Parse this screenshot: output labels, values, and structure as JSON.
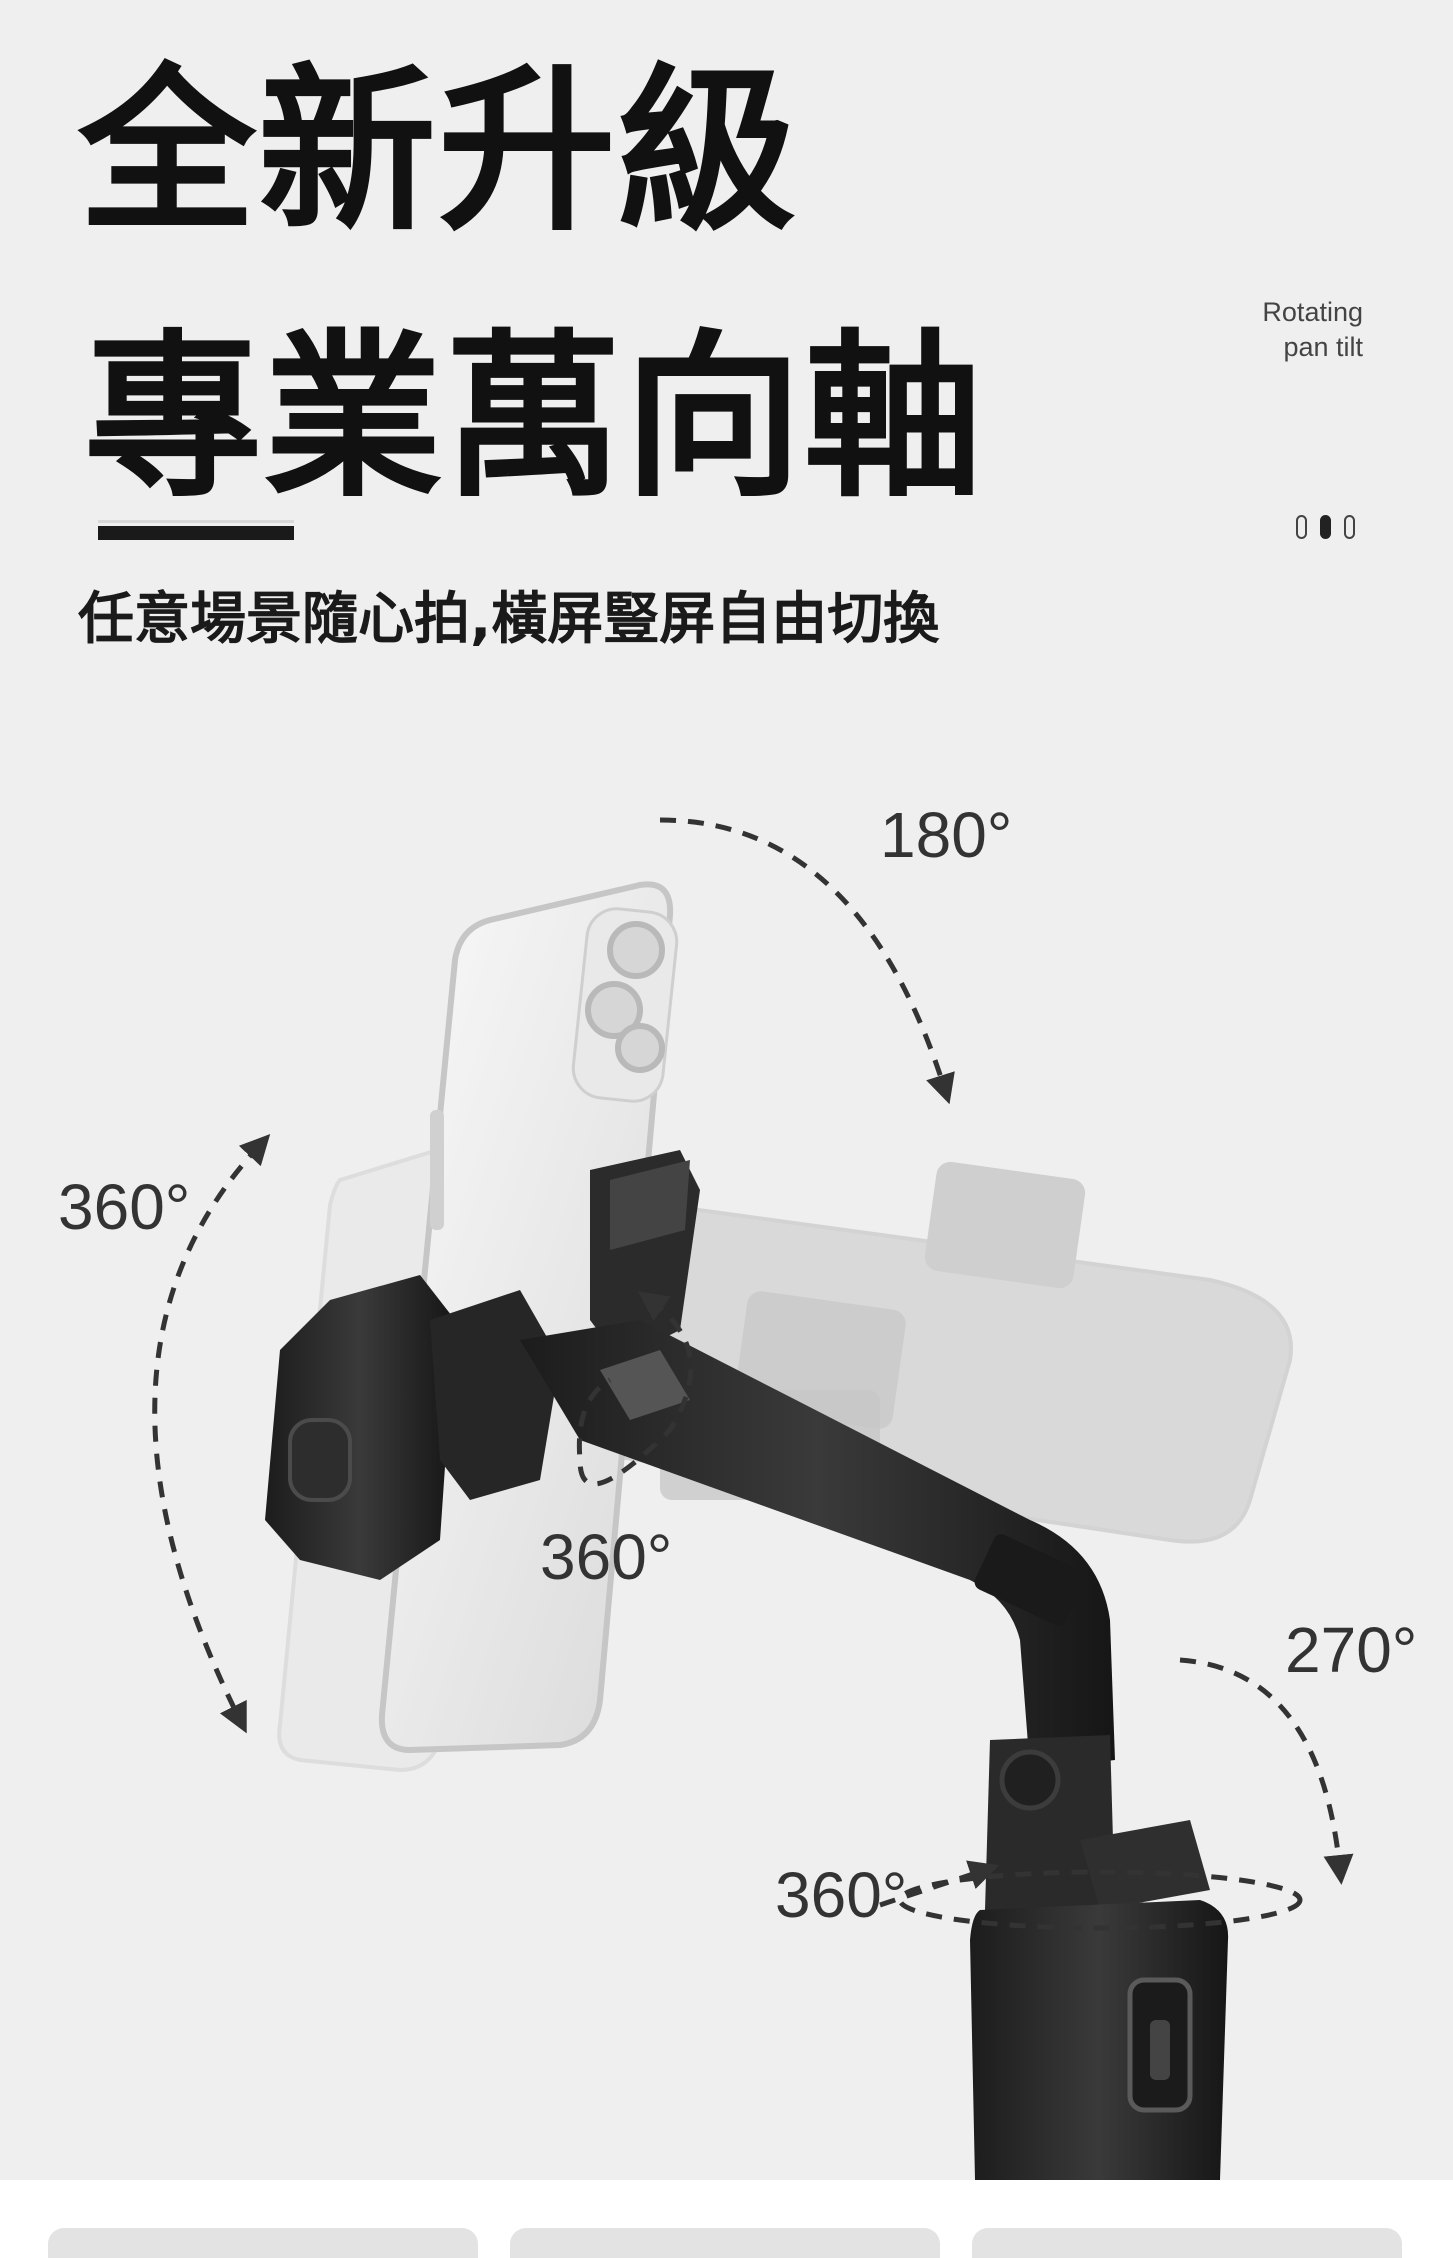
{
  "headline": {
    "line1": "全新升級",
    "line2": "專業萬向軸"
  },
  "subtitle": "任意場景隨心拍,橫屏豎屏自由切換",
  "corner_label": {
    "line1": "Rotating",
    "line2": "pan tilt"
  },
  "pager": {
    "count": 3,
    "active_index": 1
  },
  "angles": {
    "top": "180°",
    "left": "360°",
    "middle": "360°",
    "right": "270°",
    "bottom": "360°"
  },
  "colors": {
    "background": "#efefef",
    "text": "#111111",
    "body_dark": "#222222"
  }
}
